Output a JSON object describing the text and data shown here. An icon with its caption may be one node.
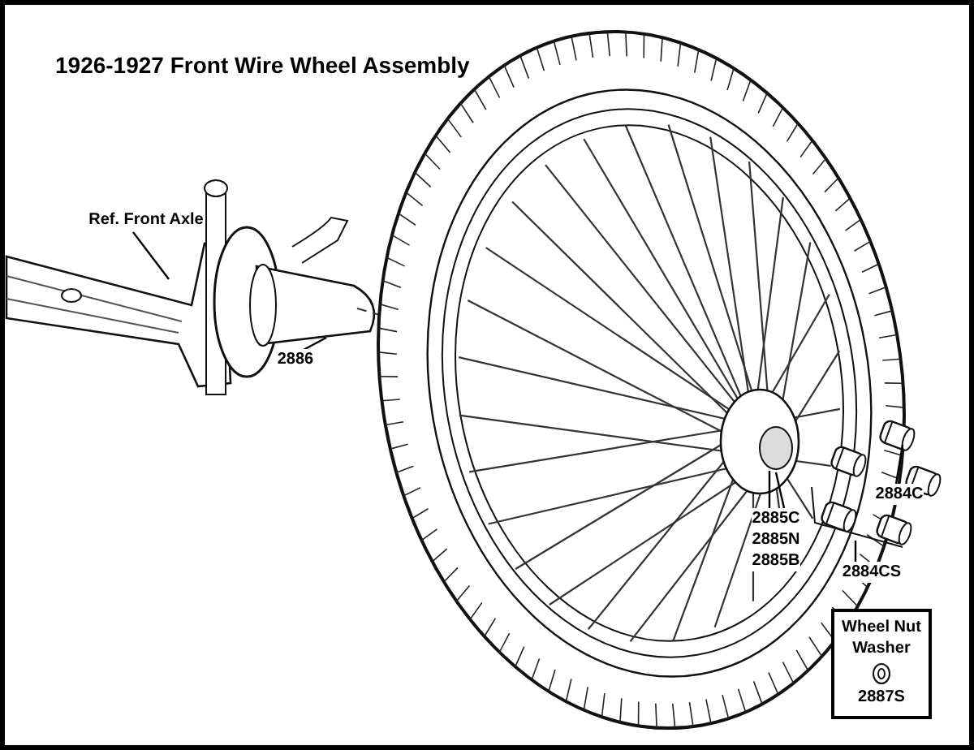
{
  "diagram": {
    "title": "1926-1927 Front Wire Wheel Assembly",
    "nodes": [
      {
        "text": [
          "Ref. Front Axle"
        ]
      },
      {
        "text": [
          "2886"
        ]
      },
      {
        "text": [
          "2885C",
          "2885N",
          "2885B"
        ]
      },
      {
        "text": [
          "2884C"
        ]
      },
      {
        "text": [
          "2884CS"
        ]
      },
      {
        "text": [
          "Wheel Nut Washer",
          "2887S"
        ]
      }
    ],
    "edges": [
      {
        "from": 0,
        "to": null,
        "arrow": "none"
      },
      {
        "from": 1,
        "to": null,
        "arrow": "none"
      },
      {
        "from": 2,
        "to": null,
        "arrow": "none"
      },
      {
        "from": 2,
        "to": null,
        "arrow": "none"
      },
      {
        "from": 3,
        "to": null,
        "arrow": "none"
      },
      {
        "from": 4,
        "to": null,
        "arrow": "none"
      }
    ]
  }
}
